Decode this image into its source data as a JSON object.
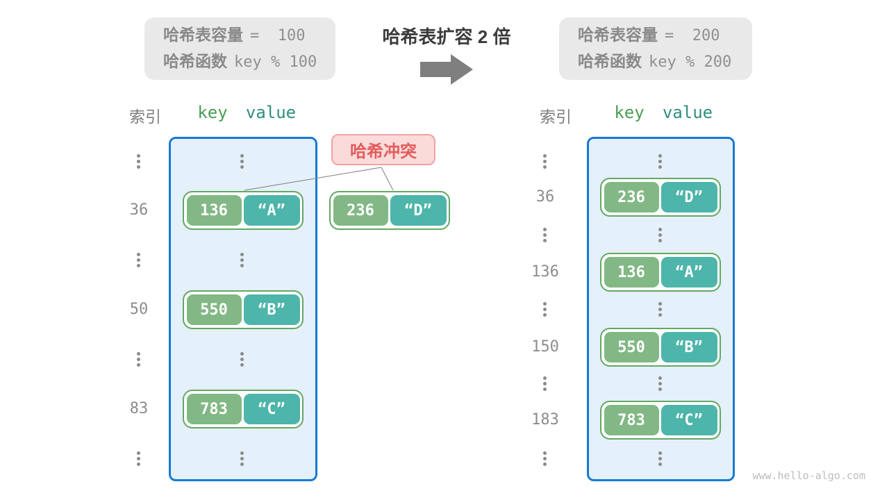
{
  "info_left": {
    "line1": {
      "label": "哈希表容量",
      "code": "=  100"
    },
    "line2": {
      "label": "哈希函数",
      "code": "key % 100"
    }
  },
  "info_right": {
    "line1": {
      "label": "哈希表容量",
      "code": "=  200"
    },
    "line2": {
      "label": "哈希函数",
      "code": "key % 200"
    }
  },
  "transition": {
    "title": "哈希表扩容 2 倍",
    "arrow_icon": "right-block-arrow"
  },
  "left_diagram": {
    "headers": {
      "index": "索引",
      "key": "key",
      "value": "value"
    },
    "rows": [
      {
        "index": "36",
        "key": "136",
        "value": "“A”"
      },
      {
        "index": "50",
        "key": "550",
        "value": "“B”"
      },
      {
        "index": "83",
        "key": "783",
        "value": "“C”"
      }
    ]
  },
  "right_diagram": {
    "headers": {
      "index": "索引",
      "key": "key",
      "value": "value"
    },
    "rows": [
      {
        "index": "36",
        "key": "236",
        "value": "“D”"
      },
      {
        "index": "136",
        "key": "136",
        "value": "“A”"
      },
      {
        "index": "150",
        "key": "550",
        "value": "“B”"
      },
      {
        "index": "183",
        "key": "783",
        "value": "“C”"
      }
    ]
  },
  "collision": {
    "label": "哈希冲突",
    "pair": {
      "key": "236",
      "value": "“D”"
    }
  },
  "watermark": {
    "text": "www.hello-algo.com"
  },
  "colors": {
    "table_border": "#1879d2",
    "table_bg": "#e4f0fa",
    "key_green": "#82b885",
    "value_teal": "#4db5aa",
    "pair_border": "#62a862",
    "collision_bg": "#fbdada",
    "collision_border": "#f2a2a2",
    "collision_text": "#e25c5c",
    "info_bg": "#e9e9e9",
    "gray_text": "#8c8c8c",
    "arrow_gray": "#7f7f7f"
  }
}
